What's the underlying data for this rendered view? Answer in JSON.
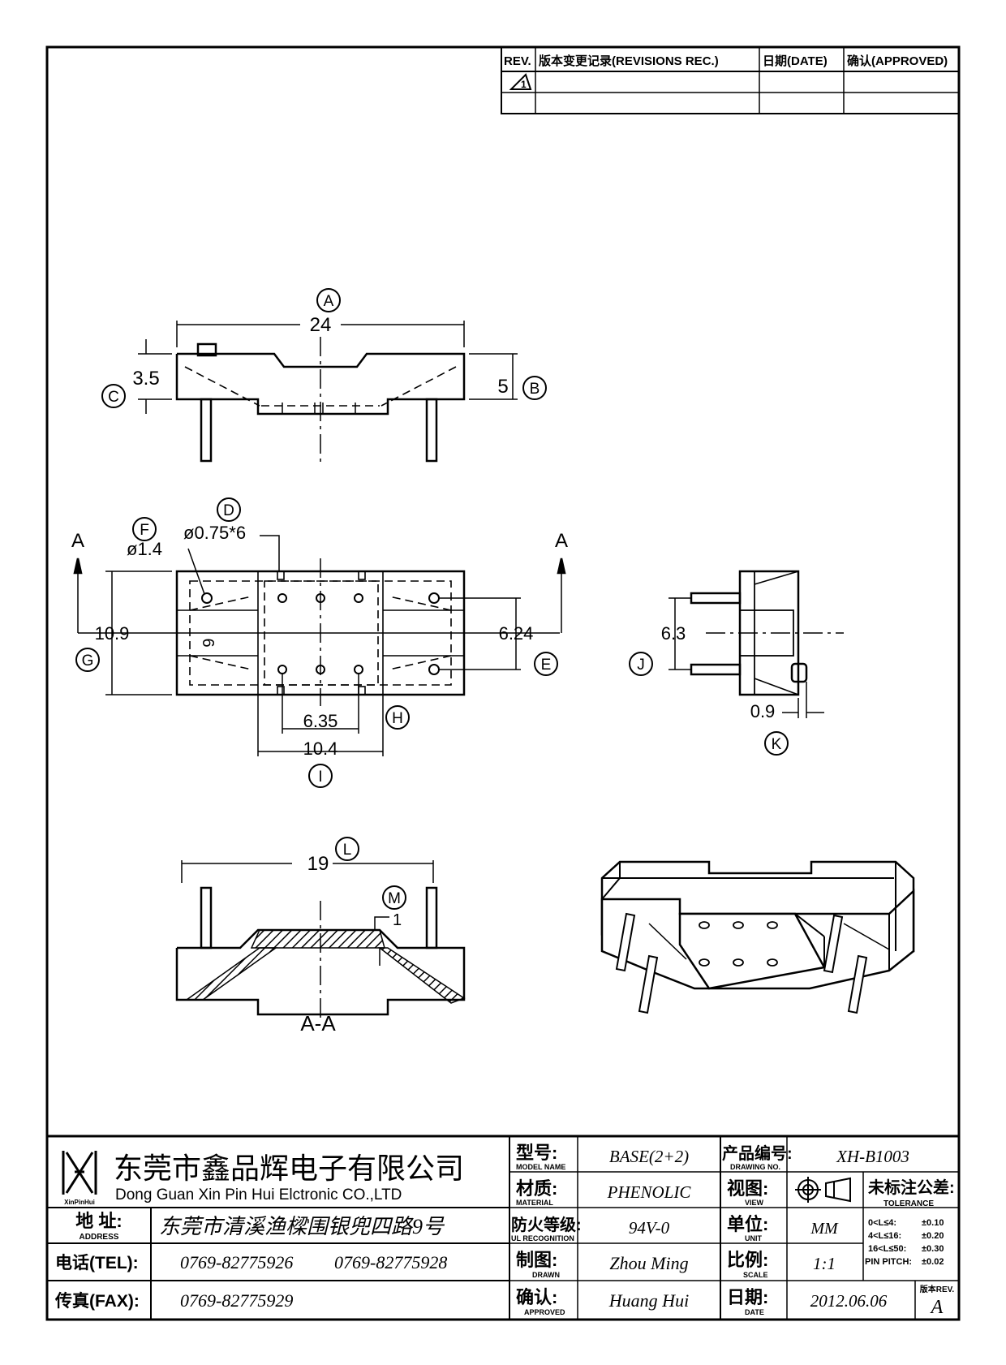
{
  "revision_block": {
    "headers": [
      "REV.",
      "版本变更记录(REVISIONS REC.)",
      "日期(DATE)",
      "确认(APPROVED)"
    ],
    "first_rev_symbol": "1"
  },
  "dimension_labels": {
    "A": {
      "letter": "A",
      "value": "24"
    },
    "B": {
      "letter": "B",
      "value": "5"
    },
    "C": {
      "letter": "C",
      "value": "3.5"
    },
    "D": {
      "letter": "D",
      "value": "ø0.75*6"
    },
    "E": {
      "letter": "E",
      "value": "6.24"
    },
    "F": {
      "letter": "F",
      "value": "ø1.4"
    },
    "G": {
      "letter": "G",
      "value": "10.9"
    },
    "H": {
      "letter": "H",
      "value": "6.35"
    },
    "I": {
      "letter": "I",
      "value": "10.4"
    },
    "J": {
      "letter": "J",
      "value": "6.3"
    },
    "K": {
      "letter": "K",
      "value": "0.9"
    },
    "L": {
      "letter": "L",
      "value": "19"
    },
    "M": {
      "letter": "M",
      "value": "1"
    }
  },
  "section_marks": {
    "left": "A",
    "right": "A",
    "section_title": "A-A"
  },
  "pin_mark": "6",
  "title_block": {
    "company_cn": "东莞市鑫品辉电子有限公司",
    "company_en": "Dong Guan Xin Pin Hui Elctronic CO.,LTD",
    "logo_text": "XinPinHui",
    "address_label_cn": "地  址:",
    "address_label_en": "ADDRESS",
    "address": "东莞市清溪渔樑围银兜四路9号",
    "tel_label": "电话(TEL):",
    "tel1": "0769-82775926",
    "tel2": "0769-82775928",
    "fax_label": "传真(FAX):",
    "fax": "0769-82775929",
    "model_label_cn": "型号:",
    "model_label_en": "MODEL NAME",
    "model": "BASE(2+2)",
    "material_label_cn": "材质:",
    "material_label_en": "MATERIAL",
    "material": "PHENOLIC",
    "ul_label_cn": "防火等级:",
    "ul_label_en": "UL RECOGNITION",
    "ul": "94V-0",
    "drawn_label_cn": "制图:",
    "drawn_label_en": "DRAWN",
    "drawn": "Zhou Ming",
    "approved_label_cn": "确认:",
    "approved_label_en": "APPROVED",
    "approved": "Huang Hui",
    "drawing_no_label_cn": "产品编号:",
    "drawing_no_label_en": "DRAWING NO.",
    "drawing_no": "XH-B1003",
    "view_label_cn": "视图:",
    "view_label_en": "VIEW",
    "unit_label_cn": "单位:",
    "unit_label_en": "UNIT",
    "unit": "MM",
    "scale_label_cn": "比例:",
    "scale_label_en": "SCALE",
    "scale": "1:1",
    "date_label_cn": "日期:",
    "date_label_en": "DATE",
    "date": "2012.06.06",
    "tolerance_title_cn": "未标注公差:",
    "tolerance_title_en": "TOLERANCE",
    "tolerances": [
      {
        "range": "0<L≤4:",
        "value": "±0.10"
      },
      {
        "range": "4<L≤16:",
        "value": "±0.20"
      },
      {
        "range": "16<L≤50:",
        "value": "±0.30"
      },
      {
        "range": "PIN PITCH:",
        "value": "±0.02"
      }
    ],
    "rev_label": "版本REV.",
    "rev": "A"
  }
}
